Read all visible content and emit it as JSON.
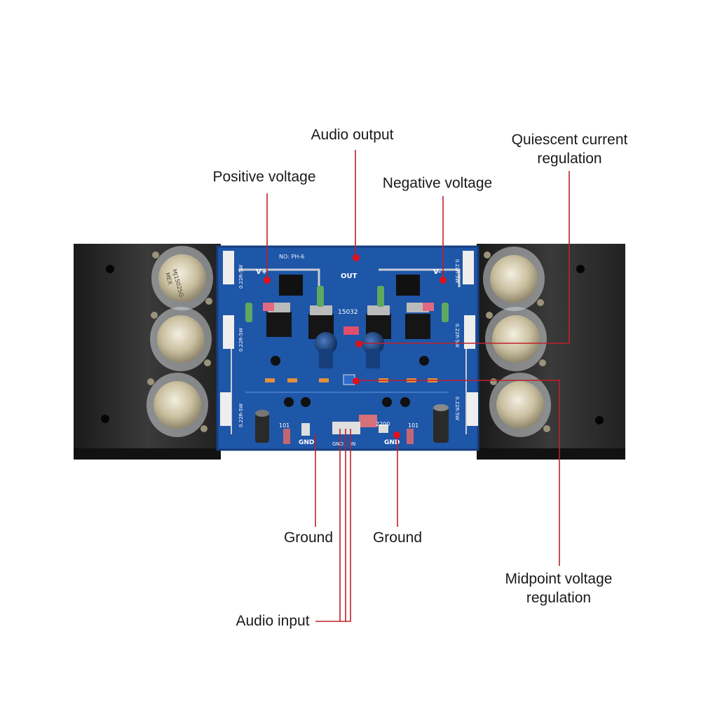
{
  "labels": {
    "audio_output": "Audio output",
    "quiescent_line1": "Quiescent current",
    "quiescent_line2": "regulation",
    "positive_voltage": "Positive voltage",
    "negative_voltage": "Negative voltage",
    "ground_left": "Ground",
    "ground_right": "Ground",
    "midpoint_line1": "Midpoint voltage",
    "midpoint_line2": "regulation",
    "audio_input": "Audio input"
  },
  "board": {
    "title": "NO: PH-6",
    "out": "OUT",
    "v_plus": "V+",
    "v_minus": "V-",
    "gnd_left": "GND",
    "gnd_right": "GND",
    "gnd_in": "GND",
    "in": "IN",
    "ic_label": "15032",
    "r_label_1": "101",
    "r_label_2": "2200",
    "r_label_3": "101",
    "resistor_tl": "0.22R-5W",
    "resistor_tr": "0.22R-5W",
    "resistor_ml": "0.22R-5W",
    "resistor_mr": "0.22R-5W",
    "resistor_bl": "0.22R-5W",
    "resistor_br": "0.22R-5W",
    "transistor_marking_1": "MJ15025G",
    "transistor_marking_2": "MEX"
  },
  "colors": {
    "leader_line": "#c0202a",
    "dot": "#e0101c",
    "pcb": "#1e56a8",
    "heatsink": "#2a2a2a"
  }
}
